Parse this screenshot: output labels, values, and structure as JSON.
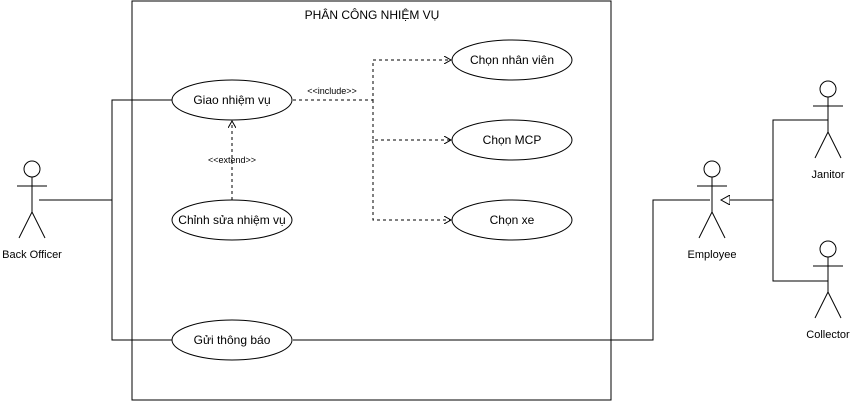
{
  "system": {
    "title": "PHÂN CÔNG NHIỆM VỤ"
  },
  "use_cases": {
    "assign": "Giao nhiệm vụ",
    "edit": "Chỉnh sửa nhiệm vụ",
    "notify": "Gửi thông báo",
    "select_employee": "Chọn nhân viên",
    "select_mcp": "Chọn MCP",
    "select_vehicle": "Chọn xe"
  },
  "relations": {
    "include": "<<include>>",
    "extend": "<<extend>>"
  },
  "actors": {
    "back_officer": "Back Officer",
    "employee": "Employee",
    "janitor": "Janitor",
    "collector": "Collector"
  }
}
